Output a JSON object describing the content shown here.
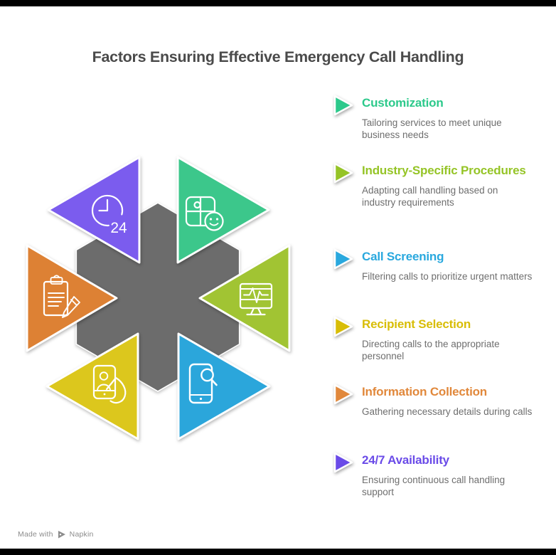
{
  "title": "Factors Ensuring Effective Emergency Call Handling",
  "legend": {
    "items": [
      {
        "label": "Customization",
        "description": "Tailoring services to meet unique business needs",
        "color": "#2CC98B"
      },
      {
        "label": "Industry-Specific Procedures",
        "description": "Adapting call handling based on industry requirements",
        "color": "#95C426"
      },
      {
        "label": "Call Screening",
        "description": "Filtering calls to prioritize urgent matters",
        "color": "#29A8DE"
      },
      {
        "label": "Recipient Selection",
        "description": "Directing calls to the appropriate personnel",
        "color": "#D8BD06"
      },
      {
        "label": "Information Collection",
        "description": "Gathering necessary details during calls",
        "color": "#E1883B"
      },
      {
        "label": "24/7 Availability",
        "description": "Ensuring continuous call handling support",
        "color": "#6A4BE8"
      }
    ]
  },
  "diagram": {
    "hexagon_color": "#6C6C6C",
    "triangle_colors": {
      "customization": "#3CC78B",
      "industry_specific_procedures": "#A1C433",
      "call_screening": "#2BA6DB",
      "recipient_selection": "#DCC71D",
      "information_collection": "#DD8134",
      "availability_24_7": "#7B5CEE"
    },
    "clock_label": "24"
  },
  "footer": {
    "made_with": "Made with",
    "brand": "Napkin"
  }
}
